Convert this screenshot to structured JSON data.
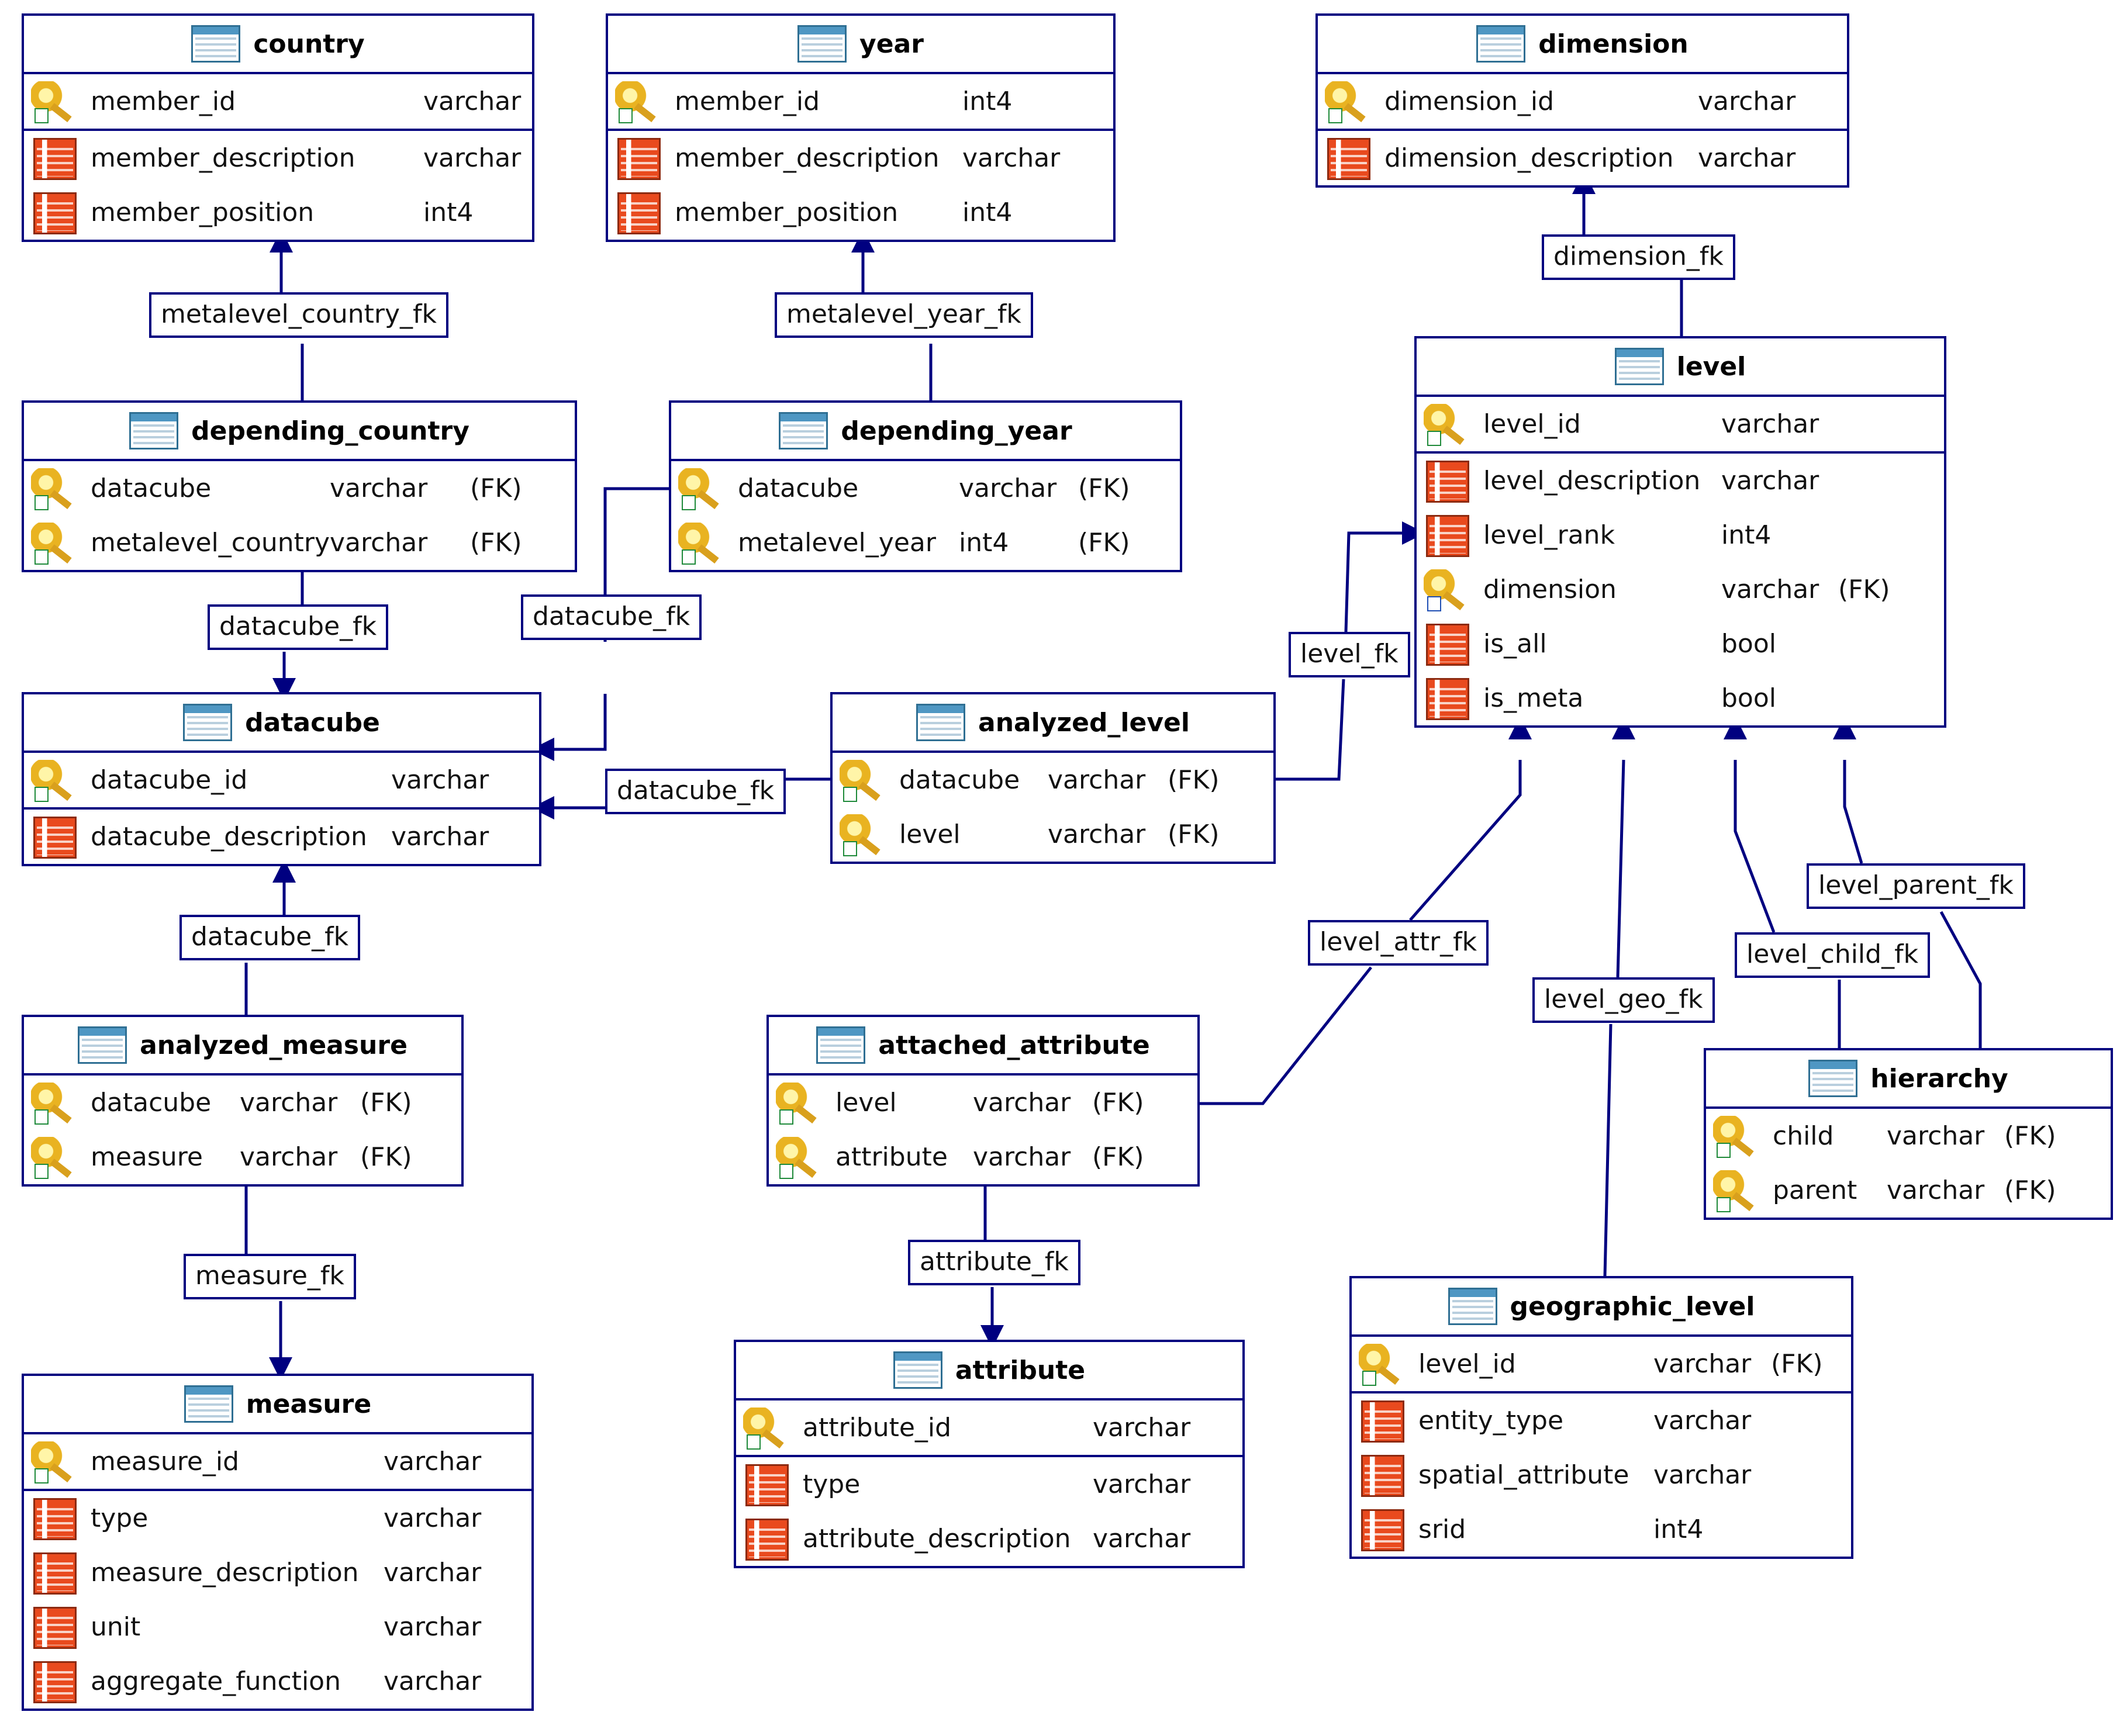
{
  "tables": [
    {
      "id": "country",
      "name": "country",
      "columns": [
        {
          "name": "member_id",
          "type": "varchar",
          "fk": "",
          "icon": "primary-key-icon",
          "pk": true
        },
        {
          "name": "member_description",
          "type": "varchar",
          "fk": "",
          "icon": "column-icon",
          "pk": false
        },
        {
          "name": "member_position",
          "type": "int4",
          "fk": "",
          "icon": "column-icon",
          "pk": false
        }
      ]
    },
    {
      "id": "year",
      "name": "year",
      "columns": [
        {
          "name": "member_id",
          "type": "int4",
          "fk": "",
          "icon": "primary-key-icon",
          "pk": true
        },
        {
          "name": "member_description",
          "type": "varchar",
          "fk": "",
          "icon": "column-icon",
          "pk": false
        },
        {
          "name": "member_position",
          "type": "int4",
          "fk": "",
          "icon": "column-icon",
          "pk": false
        }
      ]
    },
    {
      "id": "dimension",
      "name": "dimension",
      "columns": [
        {
          "name": "dimension_id",
          "type": "varchar",
          "fk": "",
          "icon": "primary-key-icon",
          "pk": true
        },
        {
          "name": "dimension_description",
          "type": "varchar",
          "fk": "",
          "icon": "column-icon",
          "pk": false
        }
      ]
    },
    {
      "id": "depending_country",
      "name": "depending_country",
      "columns": [
        {
          "name": "datacube",
          "type": "varchar",
          "fk": "(FK)",
          "icon": "primary-key-icon",
          "pk": true
        },
        {
          "name": "metalevel_country",
          "type": "varchar",
          "fk": "(FK)",
          "icon": "primary-key-icon",
          "pk": true
        }
      ]
    },
    {
      "id": "depending_year",
      "name": "depending_year",
      "columns": [
        {
          "name": "datacube",
          "type": "varchar",
          "fk": "(FK)",
          "icon": "primary-key-icon",
          "pk": true
        },
        {
          "name": "metalevel_year",
          "type": "int4",
          "fk": "(FK)",
          "icon": "primary-key-icon",
          "pk": true
        }
      ]
    },
    {
      "id": "level",
      "name": "level",
      "columns": [
        {
          "name": "level_id",
          "type": "varchar",
          "fk": "",
          "icon": "primary-key-icon",
          "pk": true
        },
        {
          "name": "level_description",
          "type": "varchar",
          "fk": "",
          "icon": "column-icon",
          "pk": false
        },
        {
          "name": "level_rank",
          "type": "int4",
          "fk": "",
          "icon": "column-icon",
          "pk": false
        },
        {
          "name": "dimension",
          "type": "varchar",
          "fk": "(FK)",
          "icon": "foreign-key-icon",
          "pk": false
        },
        {
          "name": "is_all",
          "type": "bool",
          "fk": "",
          "icon": "column-icon",
          "pk": false
        },
        {
          "name": "is_meta",
          "type": "bool",
          "fk": "",
          "icon": "column-icon",
          "pk": false
        }
      ]
    },
    {
      "id": "datacube",
      "name": "datacube",
      "columns": [
        {
          "name": "datacube_id",
          "type": "varchar",
          "fk": "",
          "icon": "primary-key-icon",
          "pk": true
        },
        {
          "name": "datacube_description",
          "type": "varchar",
          "fk": "",
          "icon": "column-icon",
          "pk": false
        }
      ]
    },
    {
      "id": "analyzed_level",
      "name": "analyzed_level",
      "columns": [
        {
          "name": "datacube",
          "type": "varchar",
          "fk": "(FK)",
          "icon": "primary-key-icon",
          "pk": true
        },
        {
          "name": "level",
          "type": "varchar",
          "fk": "(FK)",
          "icon": "primary-key-icon",
          "pk": true
        }
      ]
    },
    {
      "id": "analyzed_measure",
      "name": "analyzed_measure",
      "columns": [
        {
          "name": "datacube",
          "type": "varchar",
          "fk": "(FK)",
          "icon": "primary-key-icon",
          "pk": true
        },
        {
          "name": "measure",
          "type": "varchar",
          "fk": "(FK)",
          "icon": "primary-key-icon",
          "pk": true
        }
      ]
    },
    {
      "id": "attached_attribute",
      "name": "attached_attribute",
      "columns": [
        {
          "name": "level",
          "type": "varchar",
          "fk": "(FK)",
          "icon": "primary-key-icon",
          "pk": true
        },
        {
          "name": "attribute",
          "type": "varchar",
          "fk": "(FK)",
          "icon": "primary-key-icon",
          "pk": true
        }
      ]
    },
    {
      "id": "hierarchy",
      "name": "hierarchy",
      "columns": [
        {
          "name": "child",
          "type": "varchar",
          "fk": "(FK)",
          "icon": "primary-key-icon",
          "pk": true
        },
        {
          "name": "parent",
          "type": "varchar",
          "fk": "(FK)",
          "icon": "primary-key-icon",
          "pk": true
        }
      ]
    },
    {
      "id": "measure",
      "name": "measure",
      "columns": [
        {
          "name": "measure_id",
          "type": "varchar",
          "fk": "",
          "icon": "primary-key-icon",
          "pk": true
        },
        {
          "name": "type",
          "type": "varchar",
          "fk": "",
          "icon": "column-icon",
          "pk": false
        },
        {
          "name": "measure_description",
          "type": "varchar",
          "fk": "",
          "icon": "column-icon",
          "pk": false
        },
        {
          "name": "unit",
          "type": "varchar",
          "fk": "",
          "icon": "column-icon",
          "pk": false
        },
        {
          "name": "aggregate_function",
          "type": "varchar",
          "fk": "",
          "icon": "column-icon",
          "pk": false
        }
      ]
    },
    {
      "id": "attribute",
      "name": "attribute",
      "columns": [
        {
          "name": "attribute_id",
          "type": "varchar",
          "fk": "",
          "icon": "primary-key-icon",
          "pk": true
        },
        {
          "name": "type",
          "type": "varchar",
          "fk": "",
          "icon": "column-icon",
          "pk": false
        },
        {
          "name": "attribute_description",
          "type": "varchar",
          "fk": "",
          "icon": "column-icon",
          "pk": false
        }
      ]
    },
    {
      "id": "geographic_level",
      "name": "geographic_level",
      "columns": [
        {
          "name": "level_id",
          "type": "varchar",
          "fk": "(FK)",
          "icon": "primary-key-icon",
          "pk": true
        },
        {
          "name": "entity_type",
          "type": "varchar",
          "fk": "",
          "icon": "column-icon",
          "pk": false
        },
        {
          "name": "spatial_attribute",
          "type": "varchar",
          "fk": "",
          "icon": "column-icon",
          "pk": false
        },
        {
          "name": "srid",
          "type": "int4",
          "fk": "",
          "icon": "column-icon",
          "pk": false
        }
      ]
    }
  ],
  "relationships": [
    {
      "id": "metalevel_country_fk",
      "label": "metalevel_country_fk",
      "from": "depending_country",
      "to": "country"
    },
    {
      "id": "metalevel_year_fk",
      "label": "metalevel_year_fk",
      "from": "depending_year",
      "to": "year"
    },
    {
      "id": "dimension_fk",
      "label": "dimension_fk",
      "from": "level",
      "to": "dimension"
    },
    {
      "id": "datacube_fk_depending_country",
      "label": "datacube_fk",
      "from": "depending_country",
      "to": "datacube"
    },
    {
      "id": "datacube_fk_depending_year",
      "label": "datacube_fk",
      "from": "depending_year",
      "to": "datacube"
    },
    {
      "id": "datacube_fk_analyzed_level",
      "label": "datacube_fk",
      "from": "analyzed_level",
      "to": "datacube"
    },
    {
      "id": "level_fk",
      "label": "level_fk",
      "from": "analyzed_level",
      "to": "level"
    },
    {
      "id": "datacube_fk_analyzed_measure",
      "label": "datacube_fk",
      "from": "analyzed_measure",
      "to": "datacube"
    },
    {
      "id": "measure_fk",
      "label": "measure_fk",
      "from": "analyzed_measure",
      "to": "measure"
    },
    {
      "id": "level_attr_fk",
      "label": "level_attr_fk",
      "from": "attached_attribute",
      "to": "level"
    },
    {
      "id": "attribute_fk",
      "label": "attribute_fk",
      "from": "attached_attribute",
      "to": "attribute"
    },
    {
      "id": "level_geo_fk",
      "label": "level_geo_fk",
      "from": "geographic_level",
      "to": "level"
    },
    {
      "id": "level_child_fk",
      "label": "level_child_fk",
      "from": "hierarchy",
      "to": "level"
    },
    {
      "id": "level_parent_fk",
      "label": "level_parent_fk",
      "from": "hierarchy",
      "to": "level"
    }
  ],
  "colors": {
    "border": "#000080",
    "key": "#e9b321",
    "column": "#e94a1e",
    "table_icon": "#4f97c3"
  }
}
